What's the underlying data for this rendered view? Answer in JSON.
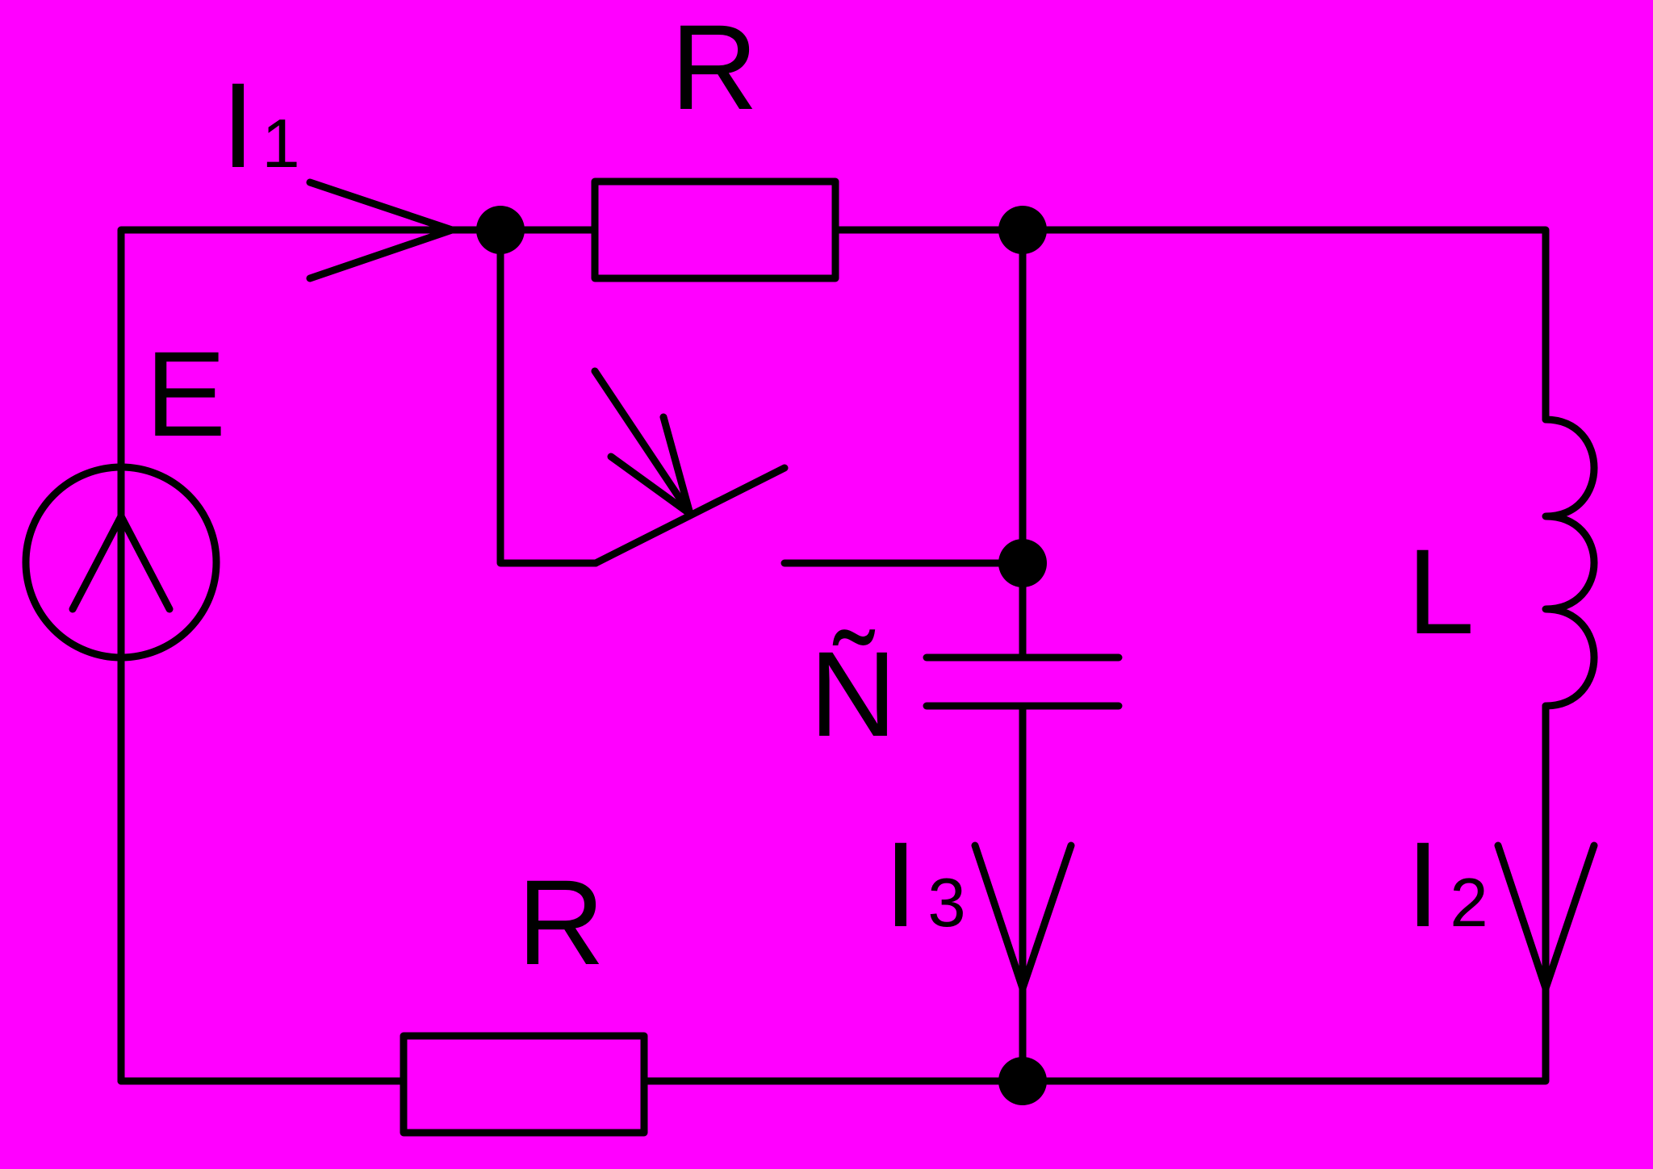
{
  "colors": {
    "background": "#ff00ff",
    "ink": "#000000"
  },
  "labels": {
    "resistor_top": "R",
    "resistor_bottom": "R",
    "source": "E",
    "inductor": "L",
    "capacitor": "Ñ",
    "current_1": {
      "main": "I",
      "sub": "1"
    },
    "current_2": {
      "main": "I",
      "sub": "2"
    },
    "current_3": {
      "main": "I",
      "sub": "3"
    }
  }
}
